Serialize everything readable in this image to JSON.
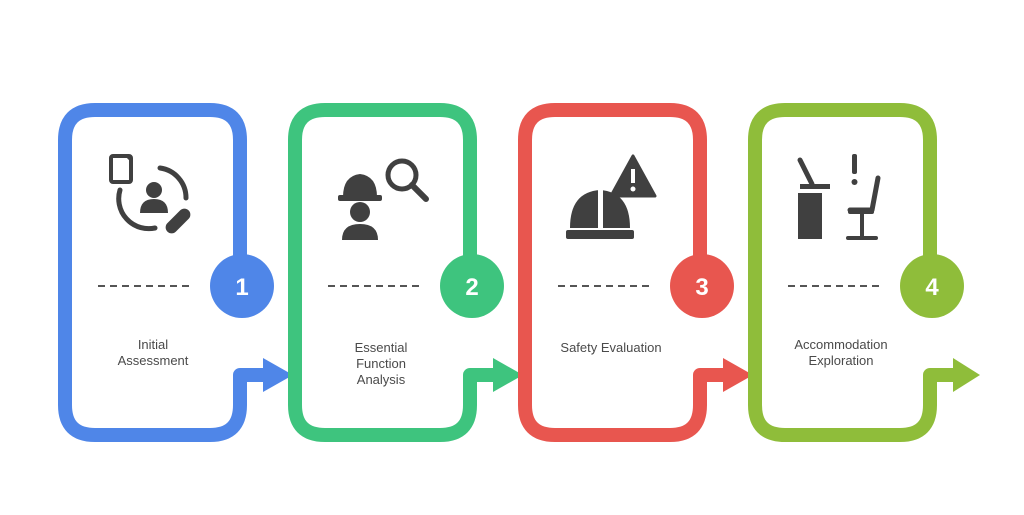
{
  "steps": [
    {
      "number": "1",
      "label": "Initial\nAssessment",
      "color": "#4f86e8",
      "icon": "document-user-pen-icon"
    },
    {
      "number": "2",
      "label": "Essential\nFunction\nAnalysis",
      "color": "#3ec47e",
      "icon": "worker-magnifier-icon"
    },
    {
      "number": "3",
      "label": "Safety Evaluation",
      "color": "#e8564f",
      "icon": "hardhat-warning-icon"
    },
    {
      "number": "4",
      "label": "Accommodation\nExploration",
      "color": "#8fbd3a",
      "icon": "desk-chair-alert-icon"
    }
  ],
  "icon_color": "#404040",
  "dash_color": "#555555"
}
